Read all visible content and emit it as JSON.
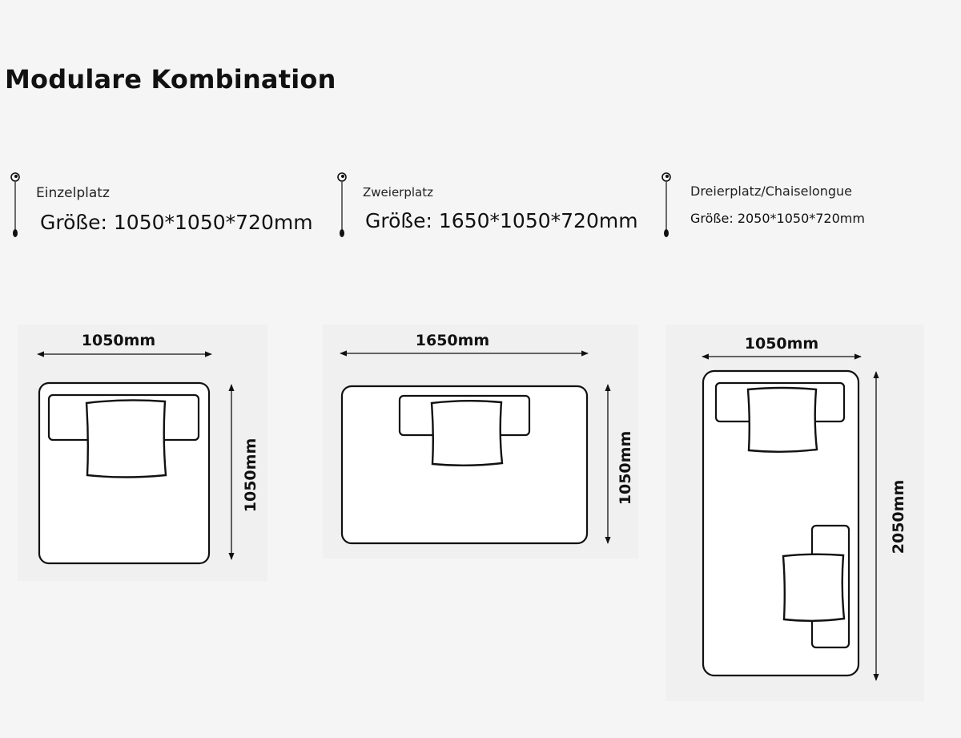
{
  "title": "Modulare Kombination",
  "modules": [
    {
      "name": "Einzelplatz",
      "size": "Größe: 1050*1050*720mm",
      "width_label": "1050mm",
      "depth_label": "1050mm"
    },
    {
      "name": "Zweierplatz",
      "size": "Größe: 1650*1050*720mm",
      "width_label": "1650mm",
      "depth_label": "1050mm"
    },
    {
      "name": "Dreierplatz/Chaiselongue",
      "size": "Größe: 2050*1050*720mm",
      "width_label": "1050mm",
      "depth_label": "2050mm"
    }
  ],
  "icons": {
    "pin": "pin-icon"
  }
}
